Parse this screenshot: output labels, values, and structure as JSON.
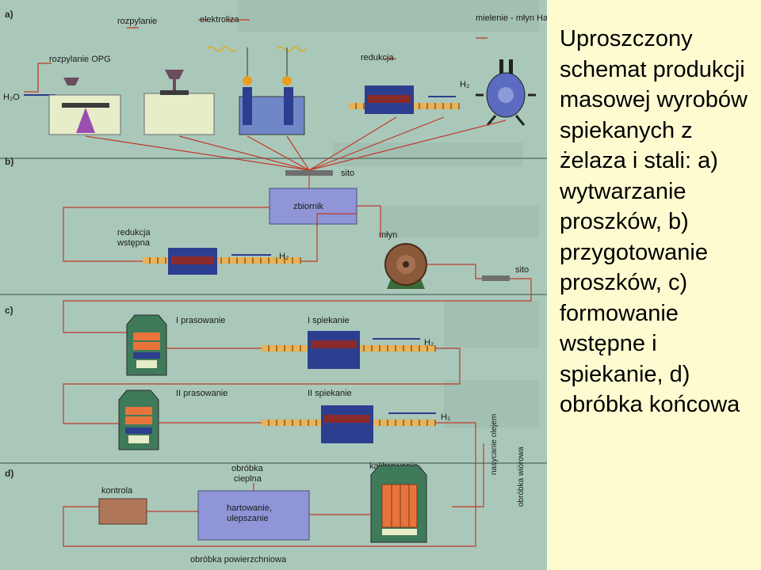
{
  "caption": "Uproszczony schemat produkcji masowej wyrobów spiekanych z żelaza i stali: a) wytwarzanie proszków, b) przygotowanie proszków, c) formowanie wstępne i spiekanie, d) obróbka końcowa",
  "diagram": {
    "sections": [
      "a)",
      "b)",
      "c)",
      "d)"
    ],
    "labels": {
      "rozpylanie_opg": "rozpylanie OPG",
      "rozpylanie": "rozpylanie",
      "elektroliza": "elektroliza",
      "redukcja": "redukcja",
      "mielenie_mlyn": "mielenie - młyn Hametag",
      "h2o": "H₂O",
      "h2": "H₂",
      "sito": "sito",
      "zbiornik": "zbiornik",
      "redukcja_wstepna": "redukcja wstępna",
      "mlyn": "młyn",
      "i_prasowanie": "I prasowanie",
      "i_spiekanie": "I spiekanie",
      "ii_prasowanie": "II prasowanie",
      "ii_spiekanie": "II spiekanie",
      "obrobka_cieplna": "obróbka cieplna",
      "kalibrowanie": "kalibrowanie",
      "kontrola": "kontrola",
      "hartowanie": "hartowanie, ulepszanie",
      "obrobka_powierzchniowa": "obróbka powierzchniowa",
      "nasycanie": "nasycanie olejem",
      "obrobka_wiorowa": "obróbka wiórowa"
    }
  }
}
